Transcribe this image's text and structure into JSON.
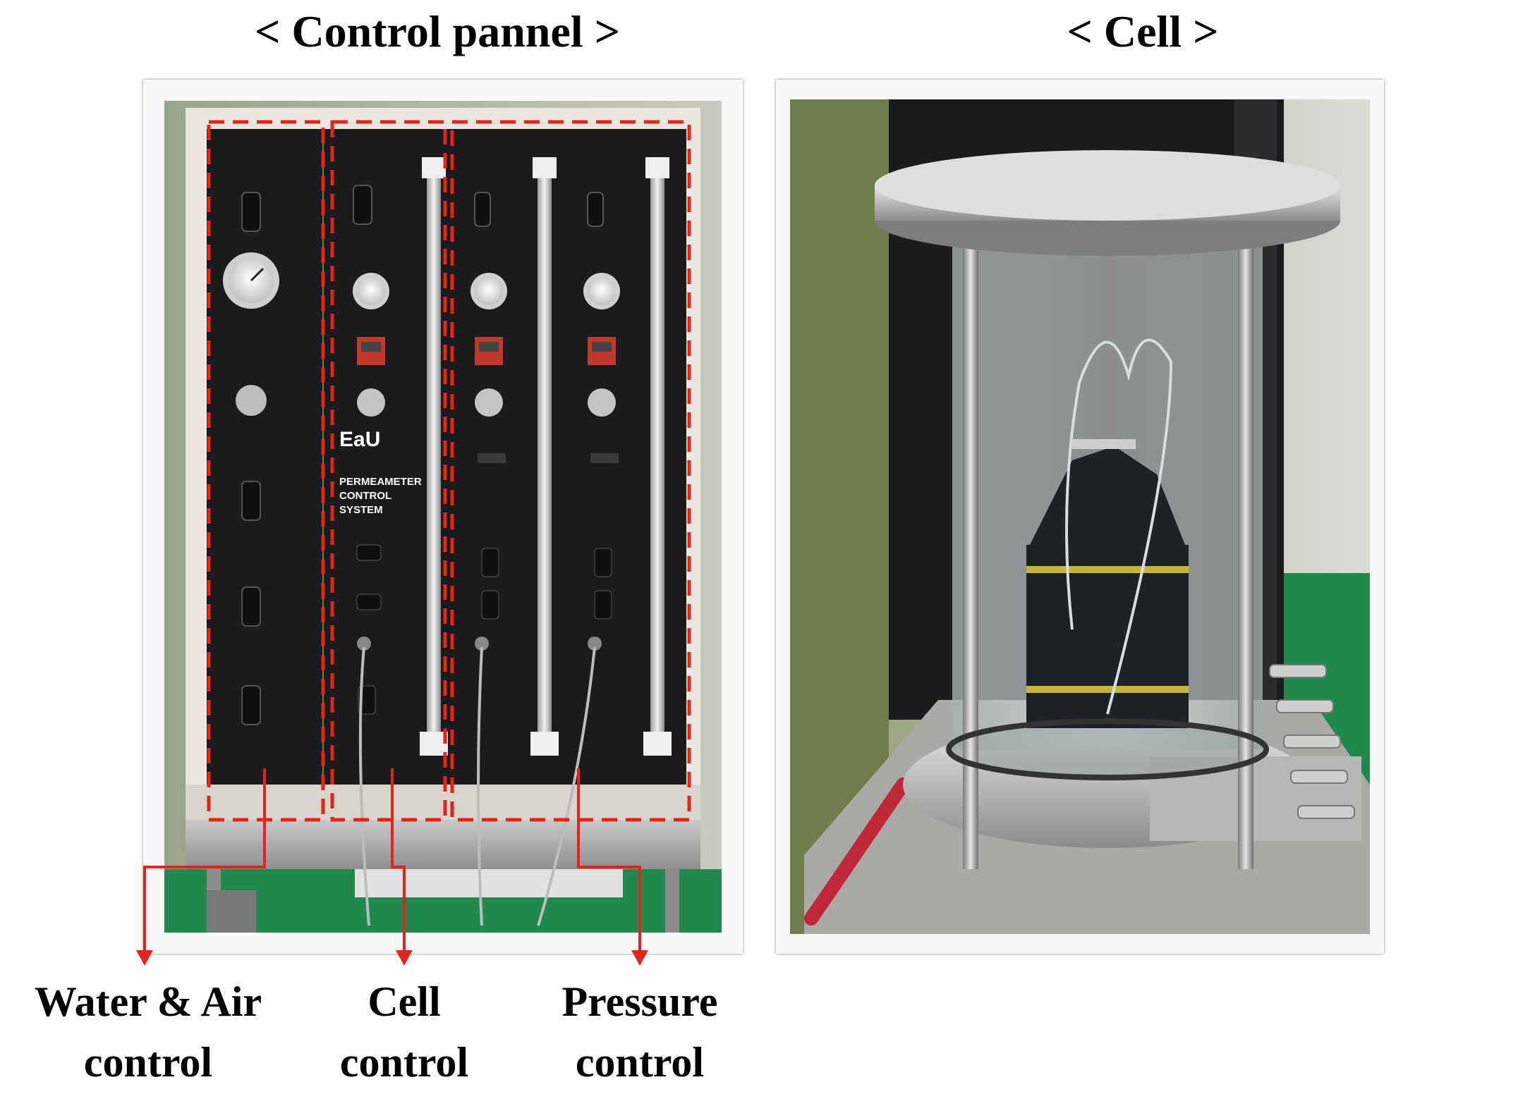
{
  "titles": {
    "control_panel": "< Control  pannel >",
    "cell": "< Cell >"
  },
  "labels": {
    "water_air": [
      "Water  & Air",
      "control"
    ],
    "cell": [
      "Cell",
      "control"
    ],
    "pressure": [
      "Pressure",
      "control"
    ]
  },
  "panel_logo": {
    "brand": "EaU",
    "line1": "PERMEAMETER",
    "line2": "CONTROL",
    "line3": "SYSTEM"
  },
  "colors": {
    "highlight": "#e3241b",
    "panel": "#1b1b1d",
    "floor": "#1f8a4c"
  }
}
